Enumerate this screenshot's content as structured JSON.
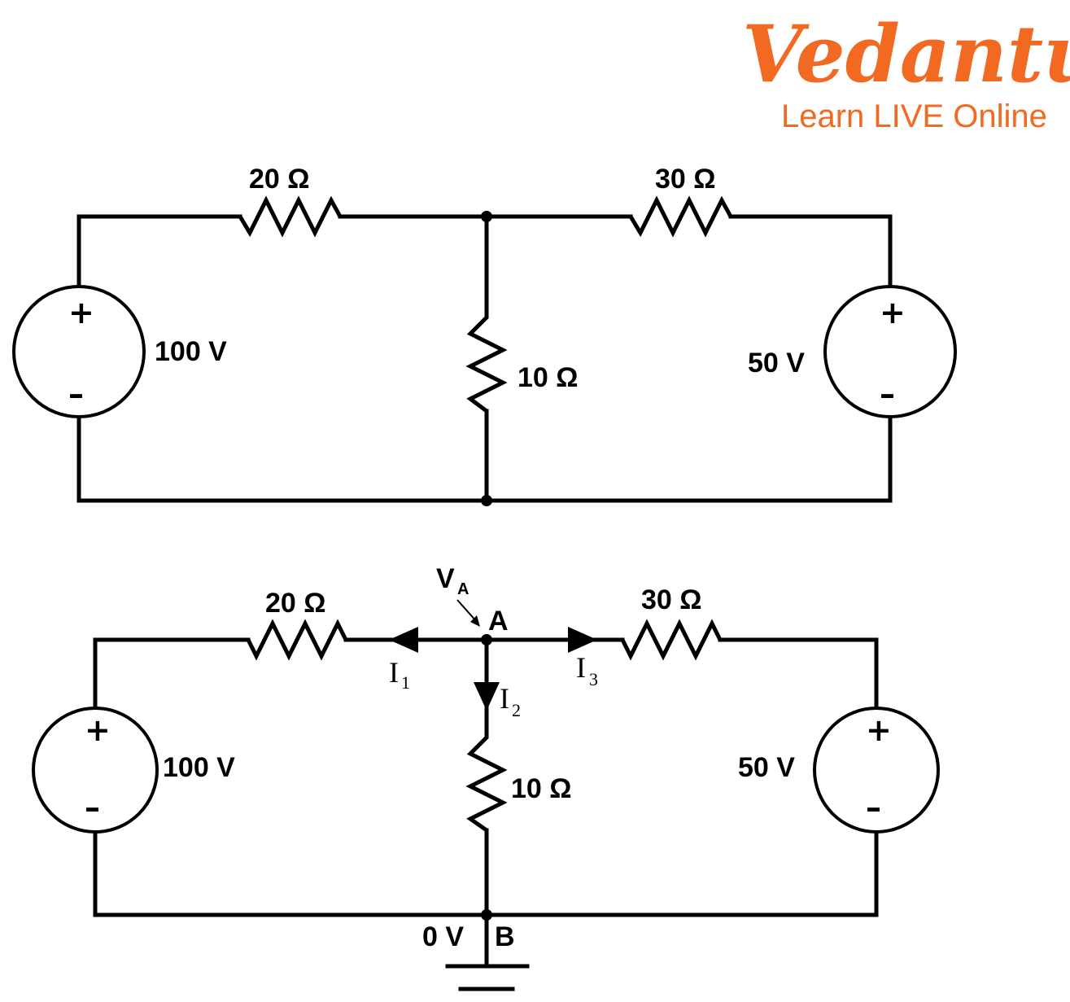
{
  "logo": {
    "name": "Vedantu",
    "tagline": "Learn LIVE Online",
    "color": "#f26a21"
  },
  "circuit_top": {
    "r_left": "20 Ω",
    "r_right": "30 Ω",
    "r_middle": "10 Ω",
    "source_left": "100  V",
    "source_right": "50 V",
    "plus": "+",
    "minus": "–"
  },
  "circuit_bottom": {
    "r_left": "20 Ω",
    "r_right": "30 Ω",
    "r_middle": "10 Ω",
    "source_left": "100 V",
    "source_right": "50 V",
    "plus": "+",
    "minus": "–",
    "node_voltage": "V",
    "node_voltage_sub": "A",
    "node_a": "A",
    "node_b": "B",
    "ground_voltage": "0 V",
    "current_1": "I",
    "current_1_sub": "1",
    "current_2": "I",
    "current_2_sub": "2",
    "current_3": "I",
    "current_3_sub": "3"
  }
}
